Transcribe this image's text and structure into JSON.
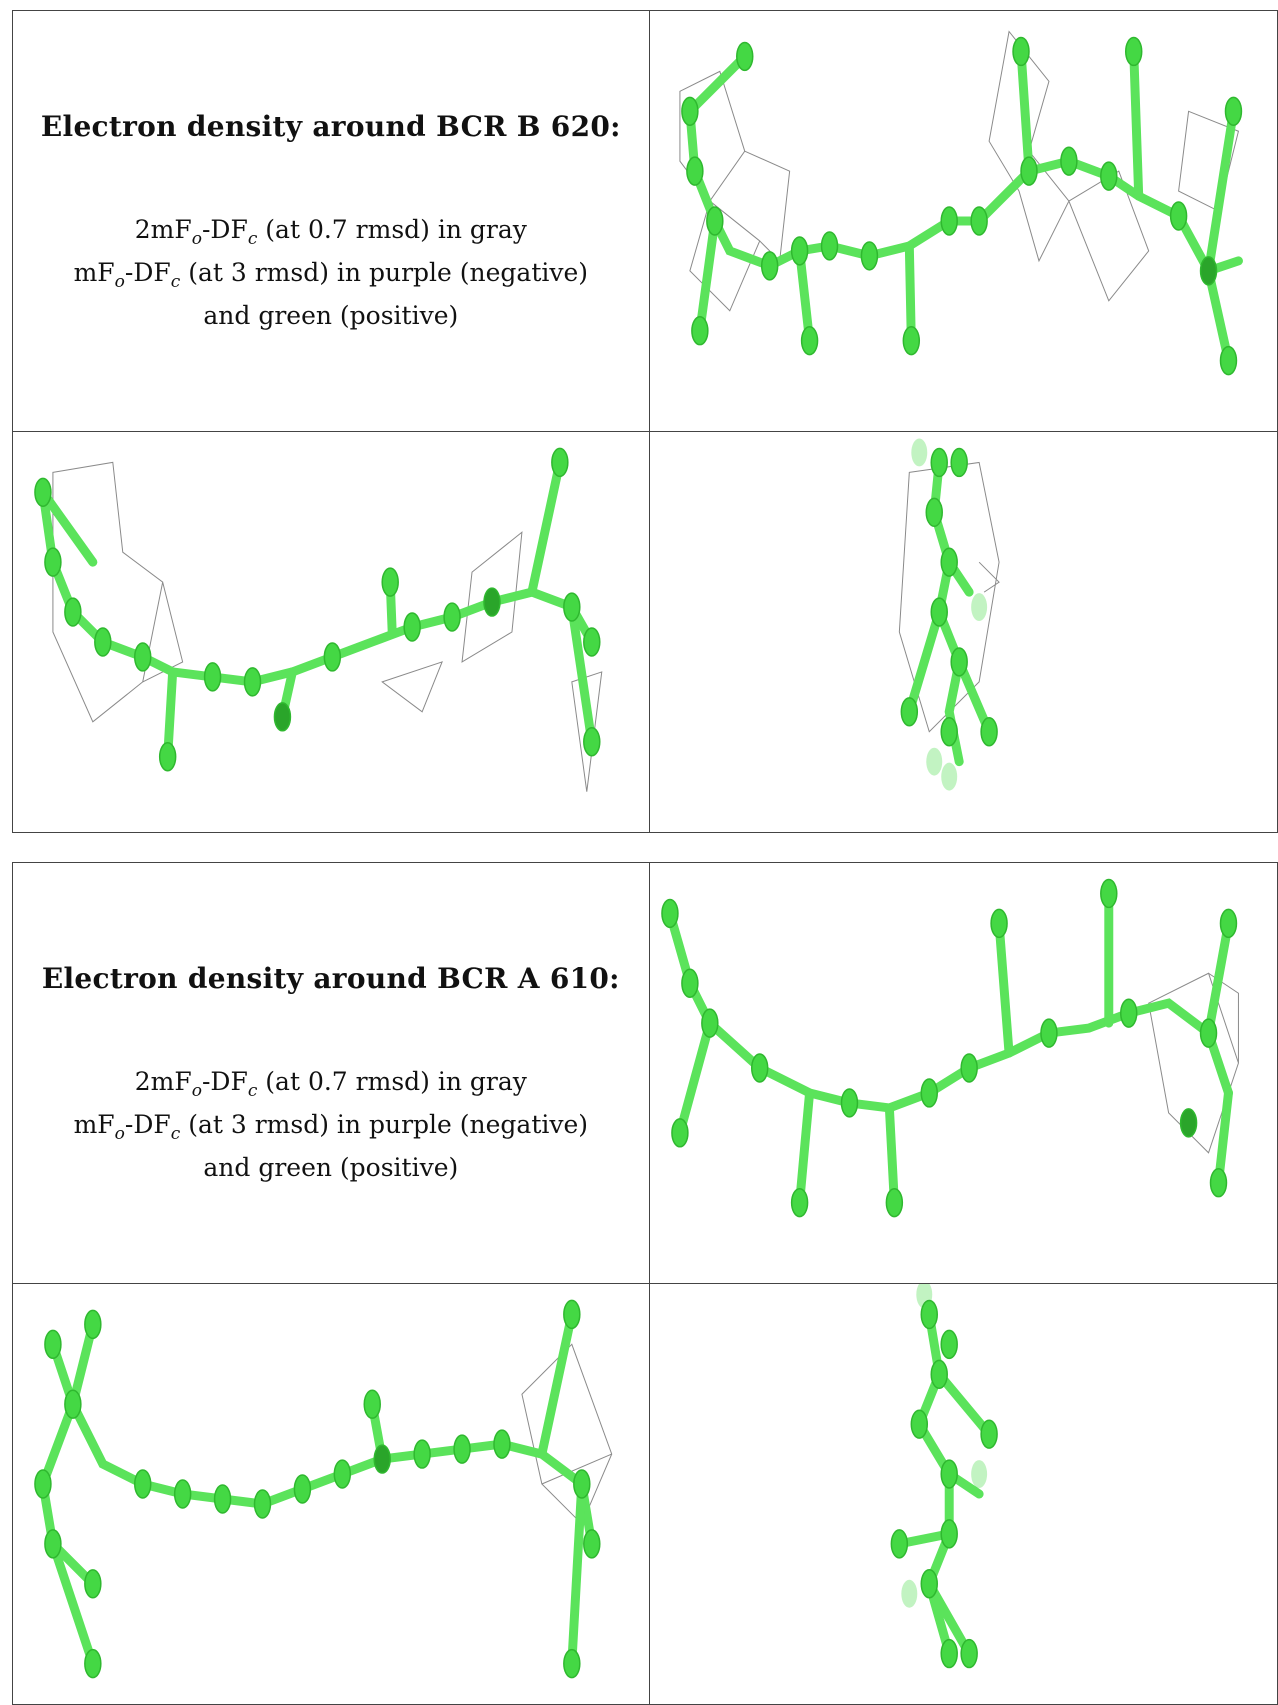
{
  "panels": [
    {
      "title": "Electron density around BCR B 620:",
      "line1_pre": "2mF",
      "line1_sub1": "o",
      "line1_mid": "-DF",
      "line1_sub2": "c",
      "line1_post": " (at 0.7 rmsd) in gray",
      "line2_pre": "mF",
      "line2_sub1": "o",
      "line2_mid": "-DF",
      "line2_sub2": "c",
      "line2_post": " (at 3 rmsd) in purple (negative)",
      "line3": "and green (positive)"
    },
    {
      "title": "Electron density around BCR A 610:",
      "line1_pre": "2mF",
      "line1_sub1": "o",
      "line1_mid": "-DF",
      "line1_sub2": "c",
      "line1_post": " (at 0.7 rmsd) in gray",
      "line2_pre": "mF",
      "line2_sub1": "o",
      "line2_mid": "-DF",
      "line2_sub2": "c",
      "line2_post": " (at 3 rmsd) in purple (negative)",
      "line3": "and green (positive)"
    }
  ],
  "colors": {
    "carbon": "#44d844",
    "mesh_2fofc": "#8a8a8a",
    "border": "#444444"
  }
}
